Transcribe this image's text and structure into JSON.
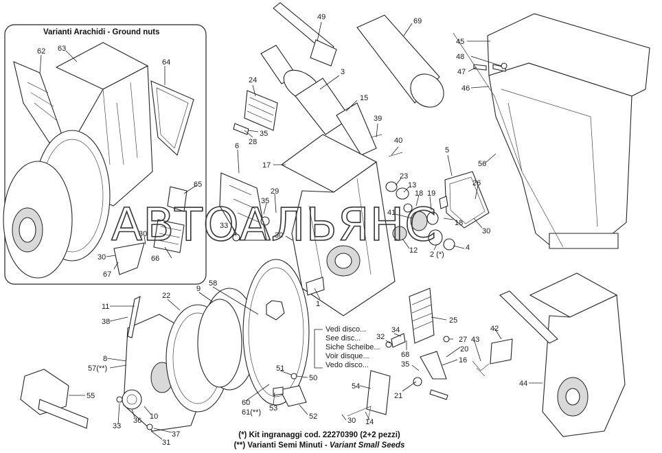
{
  "inset": {
    "title": "Varianti Arachidi - Ground nuts"
  },
  "see_disc_notes": [
    "Vedi  disco...",
    "See disc...",
    "Siche Scheibe...",
    "Voir disque...",
    "Vedo disco..."
  ],
  "footer": {
    "line1": "(*) Kit ingranaggi cod. 22270390 (2+2 pezzi)",
    "line2_prefix": "(**) Varianti Semi Minuti - ",
    "line2_italic": "Variant Small Seeds"
  },
  "watermark": "АВТОАЛЬЯНС",
  "labels": [
    {
      "id": "62",
      "text": "62"
    },
    {
      "id": "63",
      "text": "63"
    },
    {
      "id": "64",
      "text": "64"
    },
    {
      "id": "65",
      "text": "65"
    },
    {
      "id": "30a",
      "text": "30"
    },
    {
      "id": "30b",
      "text": "30"
    },
    {
      "id": "66",
      "text": "66"
    },
    {
      "id": "67",
      "text": "67"
    },
    {
      "id": "49",
      "text": "49"
    },
    {
      "id": "69",
      "text": "69"
    },
    {
      "id": "3",
      "text": "3"
    },
    {
      "id": "24",
      "text": "24"
    },
    {
      "id": "15",
      "text": "15"
    },
    {
      "id": "35a",
      "text": "35"
    },
    {
      "id": "28",
      "text": "28"
    },
    {
      "id": "39",
      "text": "39"
    },
    {
      "id": "40",
      "text": "40"
    },
    {
      "id": "6",
      "text": "6"
    },
    {
      "id": "17",
      "text": "17"
    },
    {
      "id": "5",
      "text": "5"
    },
    {
      "id": "23",
      "text": "23"
    },
    {
      "id": "13",
      "text": "13"
    },
    {
      "id": "26",
      "text": "26"
    },
    {
      "id": "18a",
      "text": "18"
    },
    {
      "id": "19",
      "text": "19"
    },
    {
      "id": "41",
      "text": "41"
    },
    {
      "id": "18b",
      "text": "18"
    },
    {
      "id": "29",
      "text": "29"
    },
    {
      "id": "35b",
      "text": "35"
    },
    {
      "id": "33a",
      "text": "33"
    },
    {
      "id": "30c",
      "text": "30"
    },
    {
      "id": "30d",
      "text": "30"
    },
    {
      "id": "12",
      "text": "12"
    },
    {
      "id": "2",
      "text": "2 (*)"
    },
    {
      "id": "4",
      "text": "4"
    },
    {
      "id": "45",
      "text": "45"
    },
    {
      "id": "48",
      "text": "48"
    },
    {
      "id": "47",
      "text": "47"
    },
    {
      "id": "46",
      "text": "46"
    },
    {
      "id": "56",
      "text": "56"
    },
    {
      "id": "1",
      "text": "1"
    },
    {
      "id": "11",
      "text": "11"
    },
    {
      "id": "22",
      "text": "22"
    },
    {
      "id": "9",
      "text": "9"
    },
    {
      "id": "58",
      "text": "58"
    },
    {
      "id": "38",
      "text": "38"
    },
    {
      "id": "8",
      "text": "8"
    },
    {
      "id": "57",
      "text": "57(**)"
    },
    {
      "id": "25",
      "text": "25"
    },
    {
      "id": "34",
      "text": "34"
    },
    {
      "id": "32",
      "text": "32"
    },
    {
      "id": "27",
      "text": "27"
    },
    {
      "id": "68",
      "text": "68"
    },
    {
      "id": "35c",
      "text": "35"
    },
    {
      "id": "20",
      "text": "20"
    },
    {
      "id": "16",
      "text": "16"
    },
    {
      "id": "42",
      "text": "42"
    },
    {
      "id": "43",
      "text": "43"
    },
    {
      "id": "21",
      "text": "21"
    },
    {
      "id": "44",
      "text": "44"
    },
    {
      "id": "51",
      "text": "51"
    },
    {
      "id": "50",
      "text": "50"
    },
    {
      "id": "53",
      "text": "53"
    },
    {
      "id": "52",
      "text": "52"
    },
    {
      "id": "54",
      "text": "54"
    },
    {
      "id": "30e",
      "text": "30"
    },
    {
      "id": "14",
      "text": "14"
    },
    {
      "id": "60",
      "text": "60"
    },
    {
      "id": "61",
      "text": "61(**)"
    },
    {
      "id": "55",
      "text": "55"
    },
    {
      "id": "33b",
      "text": "33"
    },
    {
      "id": "36",
      "text": "36"
    },
    {
      "id": "10",
      "text": "10"
    },
    {
      "id": "37",
      "text": "37"
    },
    {
      "id": "31",
      "text": "31"
    }
  ]
}
